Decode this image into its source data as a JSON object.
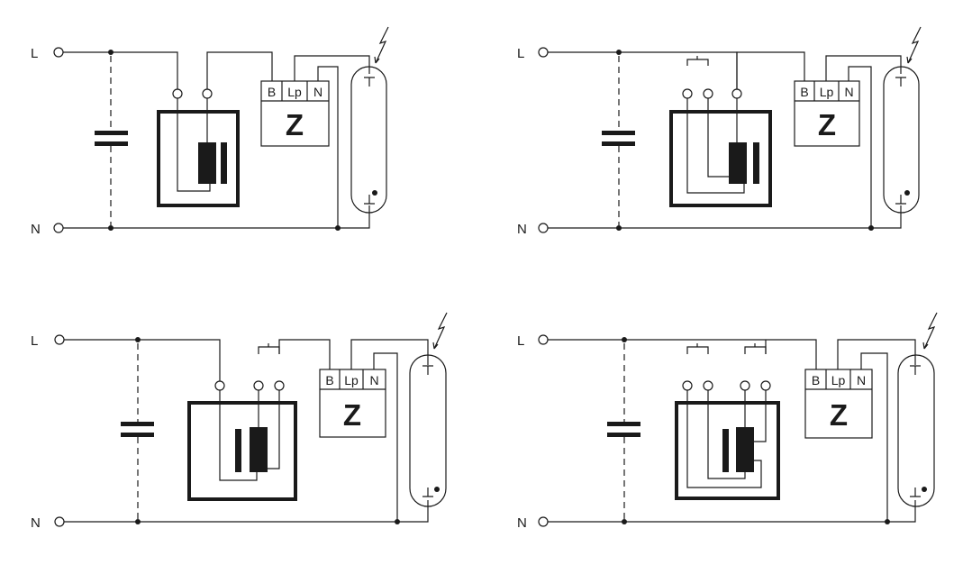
{
  "colors": {
    "ink": "#1a1a1a",
    "background": "#ffffff"
  },
  "labels": {
    "line": "L",
    "neutral": "N",
    "igniter_terminals": [
      "B",
      "Lp",
      "N"
    ],
    "igniter": "Z"
  },
  "diagrams": [
    {
      "id": "top-left",
      "ballast_taps": 2,
      "tap_links": 0,
      "core_side": "right"
    },
    {
      "id": "top-right",
      "ballast_taps": 3,
      "tap_links": 1,
      "core_side": "right"
    },
    {
      "id": "bottom-left",
      "ballast_taps": 3,
      "tap_links": 1,
      "core_side": "left"
    },
    {
      "id": "bottom-right",
      "ballast_taps": 4,
      "tap_links": 2,
      "core_side": "left"
    }
  ]
}
